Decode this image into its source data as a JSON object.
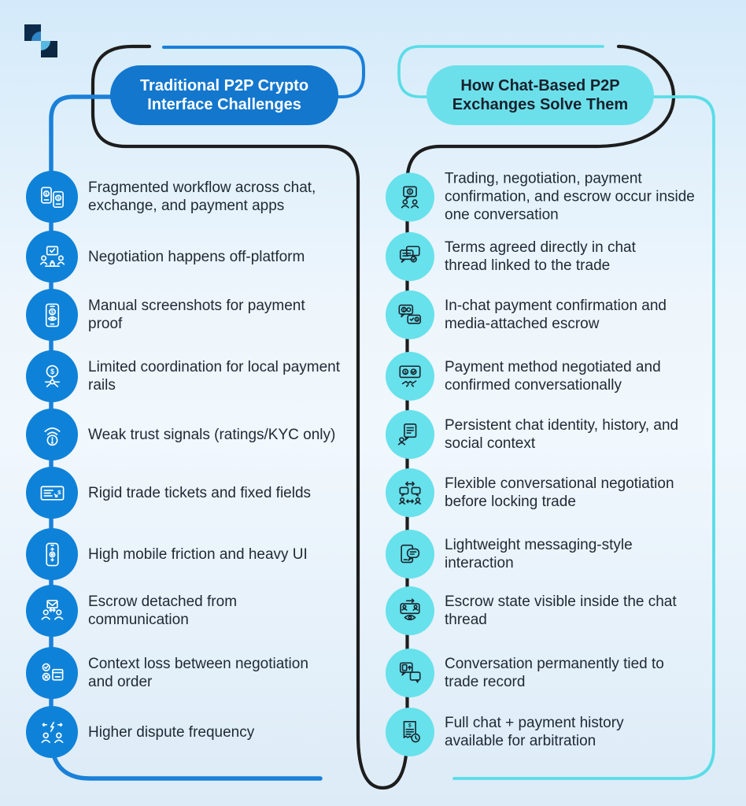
{
  "brand": {
    "logo": "two-diagonal-squares-logo",
    "blue_accent": "#0e82d8",
    "pill_blue": "#1377cd",
    "cyan_accent": "#67e1eb",
    "line_black": "#1d1d1d",
    "line_blue": "#1b80d8",
    "line_cyan": "#59dde7",
    "text_dark": "#212a35"
  },
  "left_column": {
    "header": "Traditional P2P Crypto Interface Challenges",
    "items": [
      {
        "icon": "two-phones-payment-icon",
        "text": "Fragmented workflow across chat, exchange, and payment apps"
      },
      {
        "icon": "meeting-agreement-icon",
        "text": "Negotiation happens off-platform"
      },
      {
        "icon": "phone-payment-proof-icon",
        "text": "Manual screenshots for payment proof"
      },
      {
        "icon": "payment-network-icon",
        "text": "Limited coordination for local payment rails"
      },
      {
        "icon": "weak-signal-warning-icon",
        "text": "Weak trust signals (ratings/KYC only)"
      },
      {
        "icon": "trade-ticket-icon",
        "text": "Rigid trade tickets and fixed fields"
      },
      {
        "icon": "mobile-controls-icon",
        "text": "High mobile friction and heavy UI"
      },
      {
        "icon": "escrow-people-message-icon",
        "text": "Escrow detached from communication"
      },
      {
        "icon": "checklist-package-icon",
        "text": "Context loss between negotiation and order"
      },
      {
        "icon": "people-conflict-icon",
        "text": "Higher dispute frequency"
      }
    ]
  },
  "right_column": {
    "header": "How Chat-Based P2P Exchanges Solve Them",
    "items": [
      {
        "icon": "chat-payment-people-icon",
        "text": "Trading, negotiation, payment confirmation, and escrow occur inside one conversation"
      },
      {
        "icon": "chat-terms-check-icon",
        "text": "Terms agreed directly in chat thread linked to the trade"
      },
      {
        "icon": "chat-payment-bubbles-icon",
        "text": "In-chat payment confirmation and media-attached escrow"
      },
      {
        "icon": "screen-handshake-icon",
        "text": "Payment method negotiated and confirmed conversationally"
      },
      {
        "icon": "chat-document-person-icon",
        "text": "Persistent chat identity, history, and social context"
      },
      {
        "icon": "bubbles-exchange-people-icon",
        "text": "Flexible conversational negotiation before locking trade"
      },
      {
        "icon": "card-chat-bubble-icon",
        "text": "Lightweight messaging-style interaction"
      },
      {
        "icon": "escrow-visibility-icon",
        "text": "Escrow state visible inside the chat thread"
      },
      {
        "icon": "chat-record-upload-icon",
        "text": "Conversation permanently tied to trade record"
      },
      {
        "icon": "receipt-clock-icon",
        "text": "Full chat + payment history available for arbitration"
      }
    ]
  }
}
